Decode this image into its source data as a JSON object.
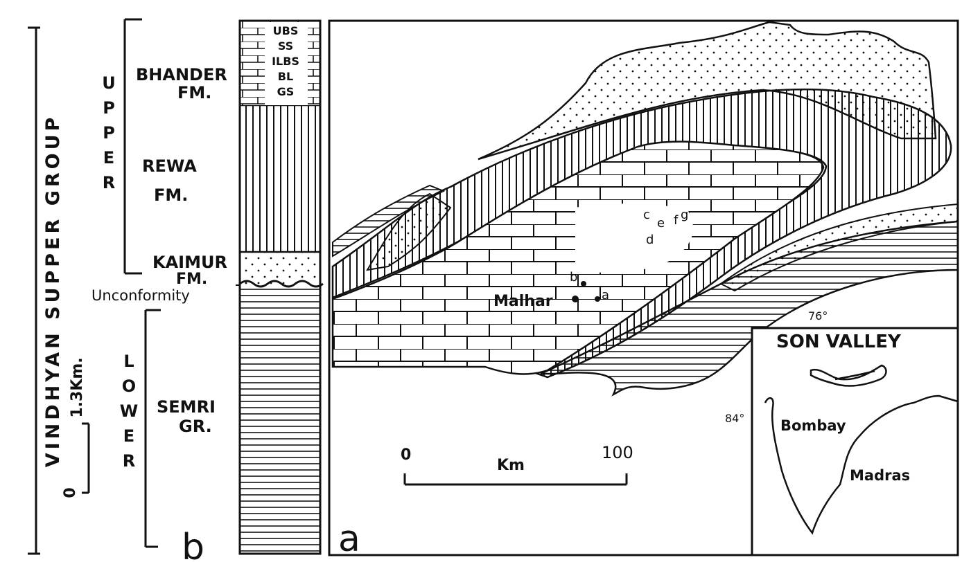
{
  "stratigraphy": {
    "supergroup_label": "VINDHYAN SUPPER GROUP",
    "upper_label": "UPPER",
    "lower_label": "LOWER",
    "formations": {
      "bhander": [
        "BHANDER",
        "FM."
      ],
      "rewa": [
        "REWA",
        "FM."
      ],
      "kaimur": [
        "KAIMUR",
        "FM."
      ],
      "semri": [
        "SEMRI",
        "GR."
      ]
    },
    "bhander_members": [
      "UBS",
      "SS",
      "ILBS",
      "BL",
      "GS"
    ],
    "unconformity": "Unconformity",
    "scale_value": "1.3Km.",
    "scale_zero": "0",
    "panel_letter": "b"
  },
  "map": {
    "panel_letter": "a",
    "locality": "Malhar",
    "sample_points": [
      "a",
      "b",
      "c",
      "d",
      "e",
      "f",
      "g"
    ],
    "scale": {
      "zero": "0",
      "unit": "Km",
      "max": "100"
    },
    "inset": {
      "title": "SON VALLEY",
      "longitude": "76°",
      "latitude": "84°",
      "cities": [
        "Bombay",
        "Madras"
      ]
    }
  }
}
